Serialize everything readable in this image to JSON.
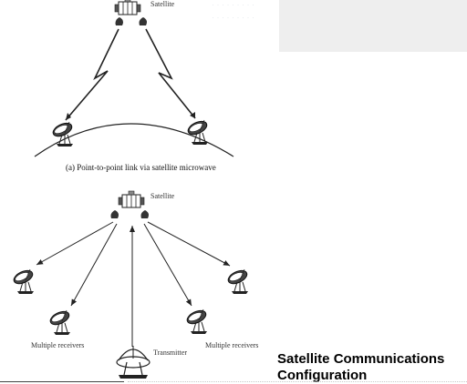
{
  "figure_a": {
    "satellite_label": "Satellite",
    "caption": "(a) Point-to-point link via satellite microwave"
  },
  "figure_b": {
    "satellite_label": "Satellite",
    "receivers_left_label": "Multiple receivers",
    "receivers_right_label": "Multiple receivers",
    "transmitter_label": "Transmitter"
  },
  "slide": {
    "title_line1": "Satellite Communications",
    "title_line2": "Configuration"
  },
  "colors": {
    "line": "#222222",
    "panel": "#eeeeee"
  }
}
